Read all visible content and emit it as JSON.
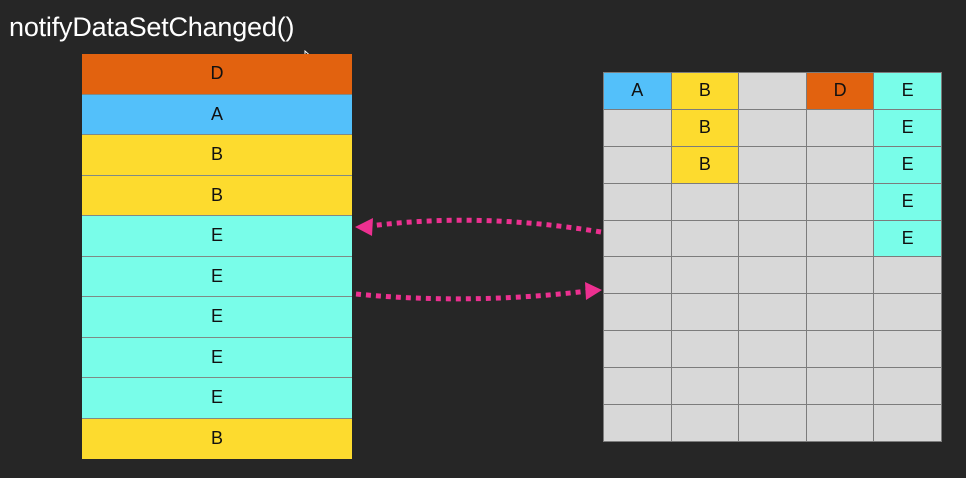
{
  "title": "notifyDataSetChanged()",
  "colors": {
    "background": "#262626",
    "orange": "#e2620f",
    "blue": "#53c0fa",
    "yellow": "#fddb2e",
    "cyan": "#79fde9",
    "empty": "#d8d8d8",
    "arrow": "#ec3090",
    "title": "#ffffff"
  },
  "list": {
    "items": [
      {
        "label": "D",
        "color": "orange"
      },
      {
        "label": "A",
        "color": "blue"
      },
      {
        "label": "B",
        "color": "yellow"
      },
      {
        "label": "B",
        "color": "yellow"
      },
      {
        "label": "E",
        "color": "cyan"
      },
      {
        "label": "E",
        "color": "cyan"
      },
      {
        "label": "E",
        "color": "cyan"
      },
      {
        "label": "E",
        "color": "cyan"
      },
      {
        "label": "E",
        "color": "cyan"
      },
      {
        "label": "B",
        "color": "yellow"
      }
    ]
  },
  "grid": {
    "columns": 5,
    "rows": 10,
    "cells": [
      [
        {
          "label": "A",
          "color": "blue"
        },
        {
          "label": "B",
          "color": "yellow"
        },
        {
          "label": "",
          "color": "empty"
        },
        {
          "label": "D",
          "color": "orange"
        },
        {
          "label": "E",
          "color": "cyan"
        }
      ],
      [
        {
          "label": "",
          "color": "empty"
        },
        {
          "label": "B",
          "color": "yellow"
        },
        {
          "label": "",
          "color": "empty"
        },
        {
          "label": "",
          "color": "empty"
        },
        {
          "label": "E",
          "color": "cyan"
        }
      ],
      [
        {
          "label": "",
          "color": "empty"
        },
        {
          "label": "B",
          "color": "yellow"
        },
        {
          "label": "",
          "color": "empty"
        },
        {
          "label": "",
          "color": "empty"
        },
        {
          "label": "E",
          "color": "cyan"
        }
      ],
      [
        {
          "label": "",
          "color": "empty"
        },
        {
          "label": "",
          "color": "empty"
        },
        {
          "label": "",
          "color": "empty"
        },
        {
          "label": "",
          "color": "empty"
        },
        {
          "label": "E",
          "color": "cyan"
        }
      ],
      [
        {
          "label": "",
          "color": "empty"
        },
        {
          "label": "",
          "color": "empty"
        },
        {
          "label": "",
          "color": "empty"
        },
        {
          "label": "",
          "color": "empty"
        },
        {
          "label": "E",
          "color": "cyan"
        }
      ],
      [
        {
          "label": "",
          "color": "empty"
        },
        {
          "label": "",
          "color": "empty"
        },
        {
          "label": "",
          "color": "empty"
        },
        {
          "label": "",
          "color": "empty"
        },
        {
          "label": "",
          "color": "empty"
        }
      ],
      [
        {
          "label": "",
          "color": "empty"
        },
        {
          "label": "",
          "color": "empty"
        },
        {
          "label": "",
          "color": "empty"
        },
        {
          "label": "",
          "color": "empty"
        },
        {
          "label": "",
          "color": "empty"
        }
      ],
      [
        {
          "label": "",
          "color": "empty"
        },
        {
          "label": "",
          "color": "empty"
        },
        {
          "label": "",
          "color": "empty"
        },
        {
          "label": "",
          "color": "empty"
        },
        {
          "label": "",
          "color": "empty"
        }
      ],
      [
        {
          "label": "",
          "color": "empty"
        },
        {
          "label": "",
          "color": "empty"
        },
        {
          "label": "",
          "color": "empty"
        },
        {
          "label": "",
          "color": "empty"
        },
        {
          "label": "",
          "color": "empty"
        }
      ],
      [
        {
          "label": "",
          "color": "empty"
        },
        {
          "label": "",
          "color": "empty"
        },
        {
          "label": "",
          "color": "empty"
        },
        {
          "label": "",
          "color": "empty"
        },
        {
          "label": "",
          "color": "empty"
        }
      ]
    ]
  },
  "arrows": [
    {
      "direction": "grid-to-list"
    },
    {
      "direction": "list-to-grid"
    }
  ]
}
